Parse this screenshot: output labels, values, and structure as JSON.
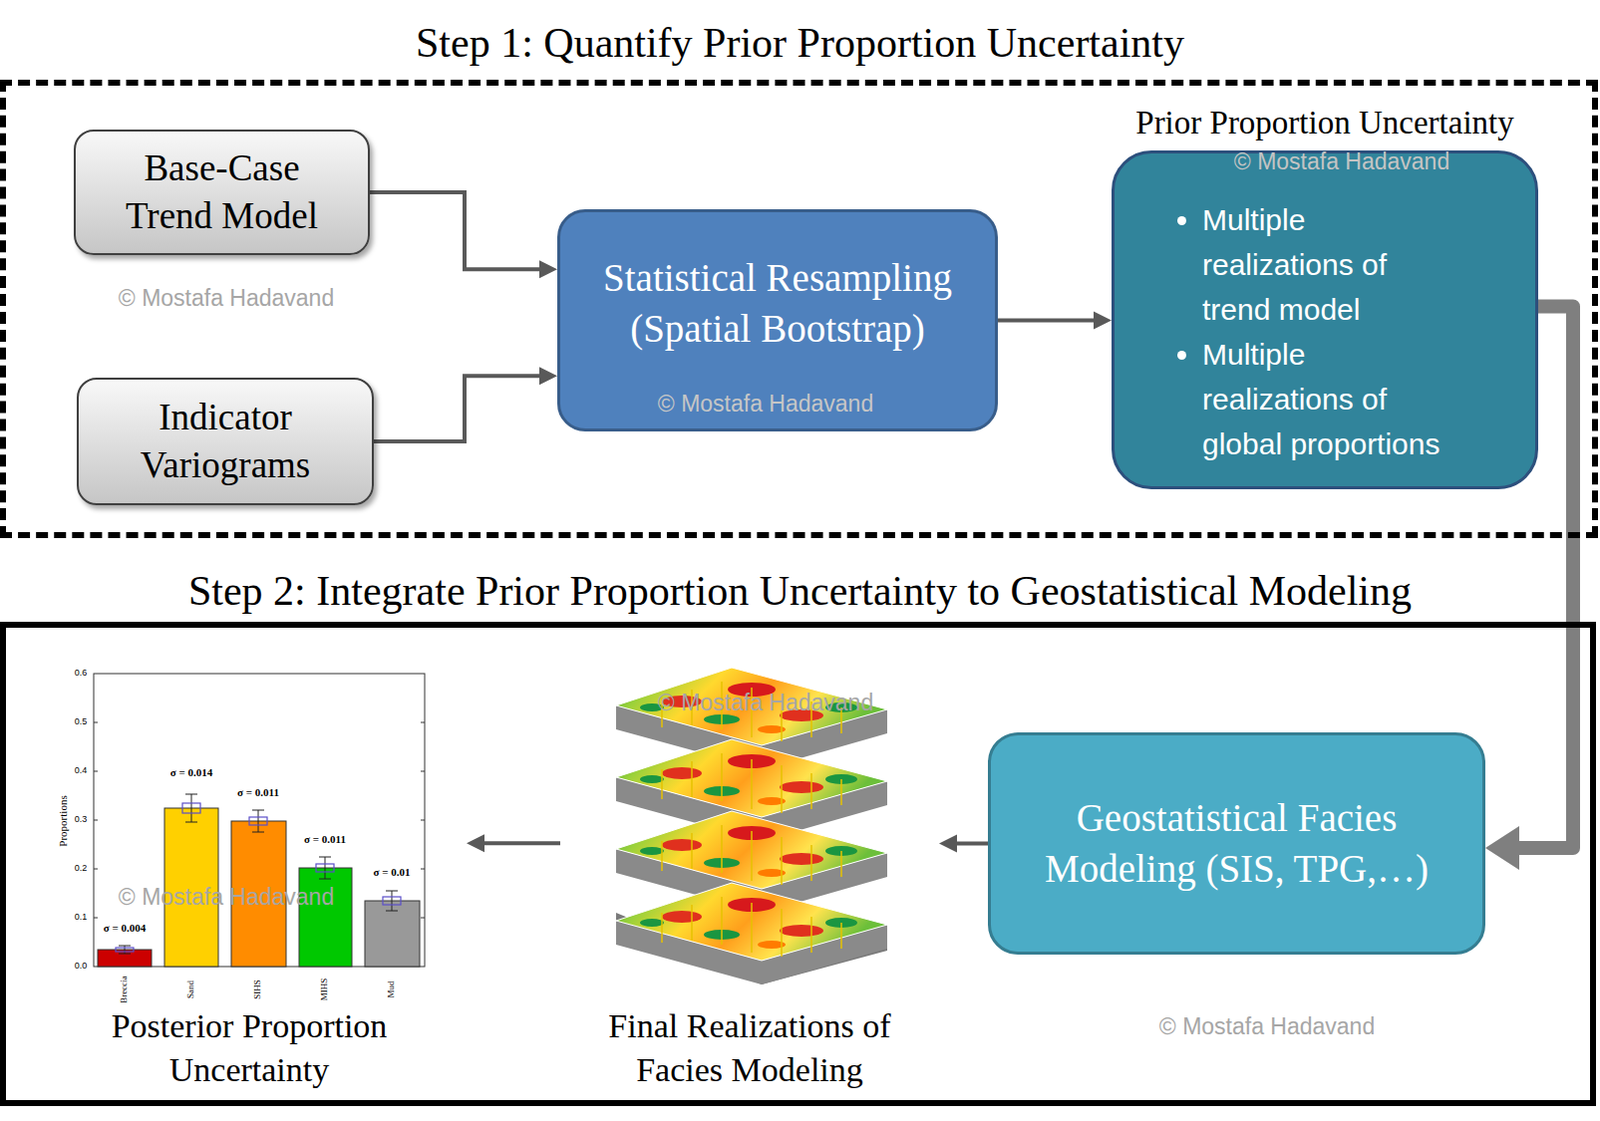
{
  "diagram": {
    "nodes": [
      {
        "text": [
          "Step 1: Quantify Prior Proportion Uncertainty"
        ]
      },
      {
        "text": [
          "Base-Case Trend Model"
        ],
        "in": 0
      },
      {
        "text": [
          "Indicator Variograms"
        ],
        "in": 0
      },
      {
        "text": [
          "Statistical Resampling (Spatial Bootstrap)"
        ],
        "in": 0
      },
      {
        "text": [
          "Prior Proportion Uncertainty",
          "Multiple realizations of trend model",
          "Multiple realizations of global proportions"
        ],
        "in": 0
      },
      {
        "text": [
          "Step 2: Integrate Prior Proportion Uncertainty to Geostatistical Modeling"
        ]
      },
      {
        "text": [
          "Geostatistical Facies Modeling (SIS, TPG,…)"
        ],
        "in": 5
      },
      {
        "text": [
          "Final Realizations of Facies Modeling"
        ],
        "in": 5
      },
      {
        "text": [
          "Posterior Proportion Uncertainty"
        ],
        "in": 5
      }
    ],
    "edges": [
      {
        "from": 1,
        "to": 3,
        "arrow": "to"
      },
      {
        "from": 2,
        "to": 3,
        "arrow": "to"
      },
      {
        "from": 3,
        "to": 4,
        "arrow": "to"
      },
      {
        "from": 4,
        "to": 6,
        "arrow": "to"
      },
      {
        "from": 6,
        "to": 7,
        "arrow": "to"
      },
      {
        "from": 7,
        "to": 8,
        "arrow": "to"
      }
    ],
    "labels": [
      "© Mostafa Hadavand",
      "© Mostafa Hadavand",
      "© Mostafa Hadavand",
      "0.6",
      "0.5",
      "0.4",
      "0.3",
      "0.2",
      "0.1",
      "0.0",
      "Proportions",
      "© Mostafa Hadavand",
      "σ = 0.014",
      "σ = 0.011",
      "σ = 0.011",
      "σ = 0.01",
      "σ = 0.004",
      "© Mostafa Hadavand",
      "Breccia",
      "Sand",
      "SIHS",
      "MIHS",
      "Mud",
      "© Mostafa Hadavand"
    ]
  }
}
